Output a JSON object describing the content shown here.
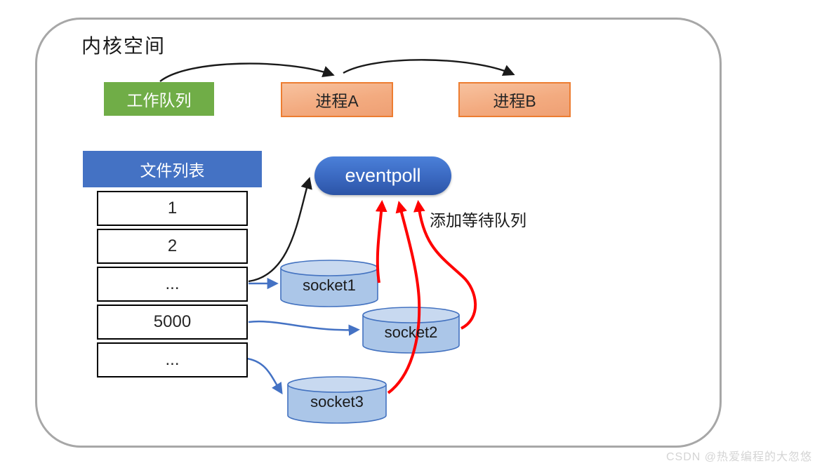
{
  "title": "内核空间",
  "nodes": {
    "work_queue": "工作队列",
    "process_a": "进程A",
    "process_b": "进程B",
    "eventpoll": "eventpoll",
    "socket1": "socket1",
    "socket2": "socket2",
    "socket3": "socket3"
  },
  "file_list": {
    "header": "文件列表",
    "rows": [
      "1",
      "2",
      "...",
      "5000",
      "..."
    ]
  },
  "annotations": {
    "add_wait_queue": "添加等待队列"
  },
  "watermark": "CSDN @热爱编程的大忽悠",
  "colors": {
    "frame_border": "#A7A7A7",
    "green_box": "#70AD47",
    "orange_box_fill": "#F3AB80",
    "orange_box_border": "#ED7D31",
    "blue_header": "#4472C4",
    "eventpoll_blue": "#3A68C0",
    "cylinder_body": "#ABC6E8",
    "cylinder_top": "#C8D9F0",
    "cylinder_border": "#4372C0",
    "arrow_black": "#1A1A1A",
    "arrow_blue": "#4472C4",
    "arrow_red": "#FF0000",
    "watermark_gray": "#D4D4D4"
  }
}
